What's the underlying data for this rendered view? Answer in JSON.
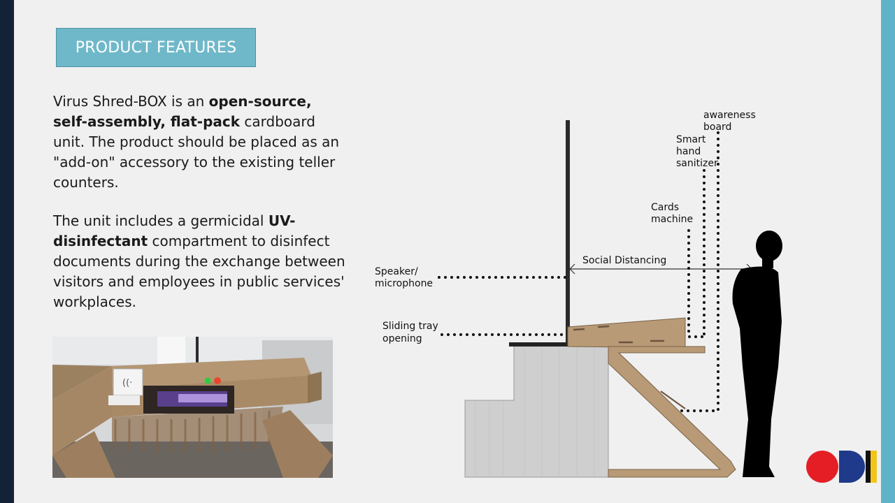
{
  "slide": {
    "title": "PRODUCT FEATURES",
    "paragraph1": {
      "t1": "Virus Shred-BOX is an ",
      "b1": "open-source, self-assembly, flat-pack",
      "t2": " cardboard unit. The product should be placed as an \"add-on\" accessory to the existing teller counters."
    },
    "paragraph2": {
      "t1": "The unit includes a germicidal ",
      "b1": "UV-disinfectant",
      "t2": " compartment to disinfect documents during the exchange between visitors and employees in public services' workplaces."
    }
  },
  "diagram": {
    "labels": {
      "awareness_1": "awareness",
      "awareness_2": "board",
      "sanitizer_1": "Smart",
      "sanitizer_2": "hand",
      "sanitizer_3": "sanitizer",
      "cards_1": "Cards",
      "cards_2": "machine",
      "social": "Social Distancing",
      "speaker_1": "Speaker/",
      "speaker_2": "microphone",
      "tray_1": "Sliding tray",
      "tray_2": "opening"
    }
  },
  "colors": {
    "accent": "#6fb8c9",
    "left_bar": "#142238",
    "right_bar": "#5fb3c8",
    "cardboard": "#b89a76",
    "logo_red": "#e51e26",
    "logo_blue": "#1f3a8a",
    "logo_yellow": "#f3c519"
  }
}
